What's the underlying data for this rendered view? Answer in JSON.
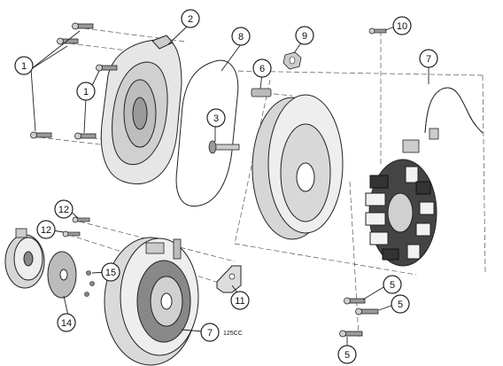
{
  "callouts": [
    {
      "id": "c1a",
      "label": "1"
    },
    {
      "id": "c1b",
      "label": "1"
    },
    {
      "id": "c2",
      "label": "2"
    },
    {
      "id": "c3",
      "label": "3"
    },
    {
      "id": "c5a",
      "label": "5"
    },
    {
      "id": "c5b",
      "label": "5"
    },
    {
      "id": "c5c",
      "label": "5"
    },
    {
      "id": "c6",
      "label": "6"
    },
    {
      "id": "c7a",
      "label": "7"
    },
    {
      "id": "c7b",
      "label": "7"
    },
    {
      "id": "c8",
      "label": "8"
    },
    {
      "id": "c9",
      "label": "9"
    },
    {
      "id": "c10",
      "label": "10"
    },
    {
      "id": "c11",
      "label": "11"
    },
    {
      "id": "c12a",
      "label": "12"
    },
    {
      "id": "c12b",
      "label": "12"
    },
    {
      "id": "c14",
      "label": "14"
    },
    {
      "id": "c15",
      "label": "15"
    }
  ],
  "notes": {
    "engine_size": "125CC"
  },
  "colors": {
    "line": "#222222",
    "dark_fill": "#333333",
    "mid_fill": "#9a9a9a",
    "light_fill": "#e6e6e6"
  }
}
